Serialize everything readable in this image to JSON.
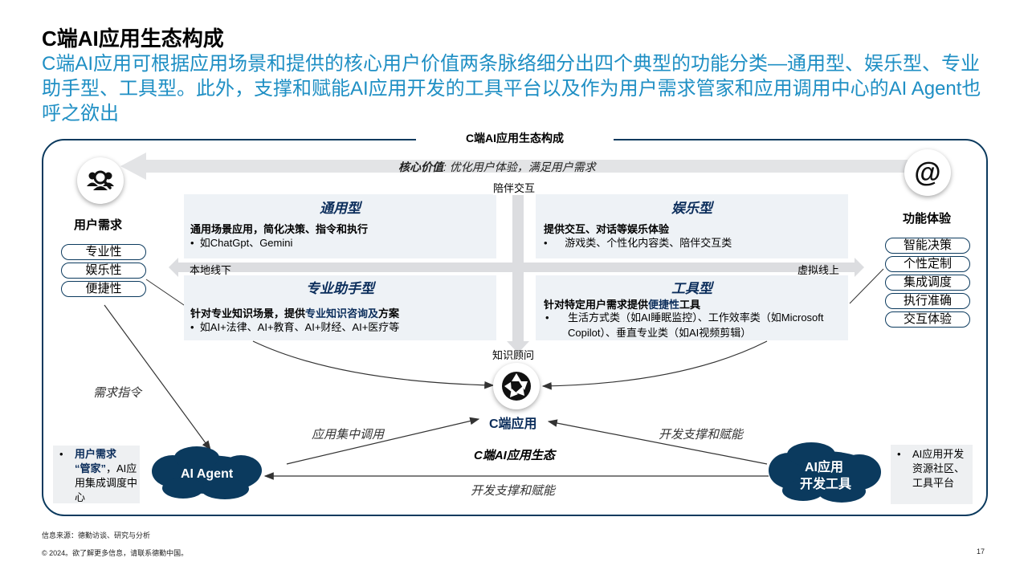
{
  "slide": {
    "title": "C端AI应用生态构成",
    "subtitle": "C端AI应用可根据应用场景和提供的核心用户价值两条脉络细分出四个典型的功能分类—通用型、娱乐型、专业助手型、工具型。此外，支撑和赋能AI应用开发的工具平台以及作为用户需求管家和应用调用中心的AI Agent也呼之欲出"
  },
  "diagram": {
    "frame_title": "C端AI应用生态构成",
    "core_value": {
      "bold": "核心价值",
      "rest": ": 优化用户体验，满足用户需求"
    },
    "axis": {
      "top": "陪伴交互",
      "bottom": "知识顾问",
      "left": "本地线下",
      "right": "虚拟线上"
    },
    "quadrants": {
      "general": {
        "title": "通用型",
        "head": "通用场景应用，简化决策、指令和执行",
        "bullet": "如ChatGpt、Gemini"
      },
      "entertainment": {
        "title": "娱乐型",
        "head": "提供交互、对话等娱乐体验",
        "bullet": "游戏类、个性化内容类、陪伴交互类"
      },
      "professional": {
        "title": "专业助手型",
        "head_a": "针对专业知识场景，提供",
        "head_hl": "专业知识咨询及",
        "head_b": "方案",
        "bullet": "如AI+法律、AI+教育、AI+财经、AI+医疗等"
      },
      "tool": {
        "title": "工具型",
        "head_a": "针对特定用户需求提供",
        "head_hl": "便捷性",
        "head_b": "工具",
        "bullet": "生活方式类（如AI睡眠监控）、工作效率类（如Microsoft Copilot）、垂直专业类（如AI视频剪辑）"
      }
    },
    "user_needs": {
      "label": "用户需求",
      "pills": [
        "专业性",
        "娱乐性",
        "便捷性"
      ]
    },
    "function_exp": {
      "label": "功能体验",
      "icon_text": "@",
      "pills": [
        "智能决策",
        "个性定制",
        "集成调度",
        "执行准确",
        "交互体验"
      ]
    },
    "center": {
      "label": "C端应用"
    },
    "ecosystem_label": "C端AI应用生态",
    "agent": {
      "label": "AI Agent",
      "note_bold_1": "用户需求",
      "note_bold_2": "“管家”",
      "note_rest": "，AI应用集成调度中心"
    },
    "devtools": {
      "label_1": "AI应用",
      "label_2": "开发工具",
      "note": "AI应用开发资源社区、工具平台"
    },
    "edges": {
      "demand_cmd": "需求指令",
      "central_call": "应用集中调用",
      "dev_support_top": "开发支撑和赋能",
      "dev_support_bottom": "开发支撑和赋能"
    }
  },
  "footer": {
    "source": "信息来源：德勤访谈、研究与分析",
    "copyright": "© 2024。欲了解更多信息，请联系德勤中国。",
    "page": "17"
  },
  "colors": {
    "accent_blue": "#1f8fc4",
    "navy": "#0b3a5e",
    "quad_bg": "#eef2f6",
    "arrow_gray": "#dcdde0"
  }
}
